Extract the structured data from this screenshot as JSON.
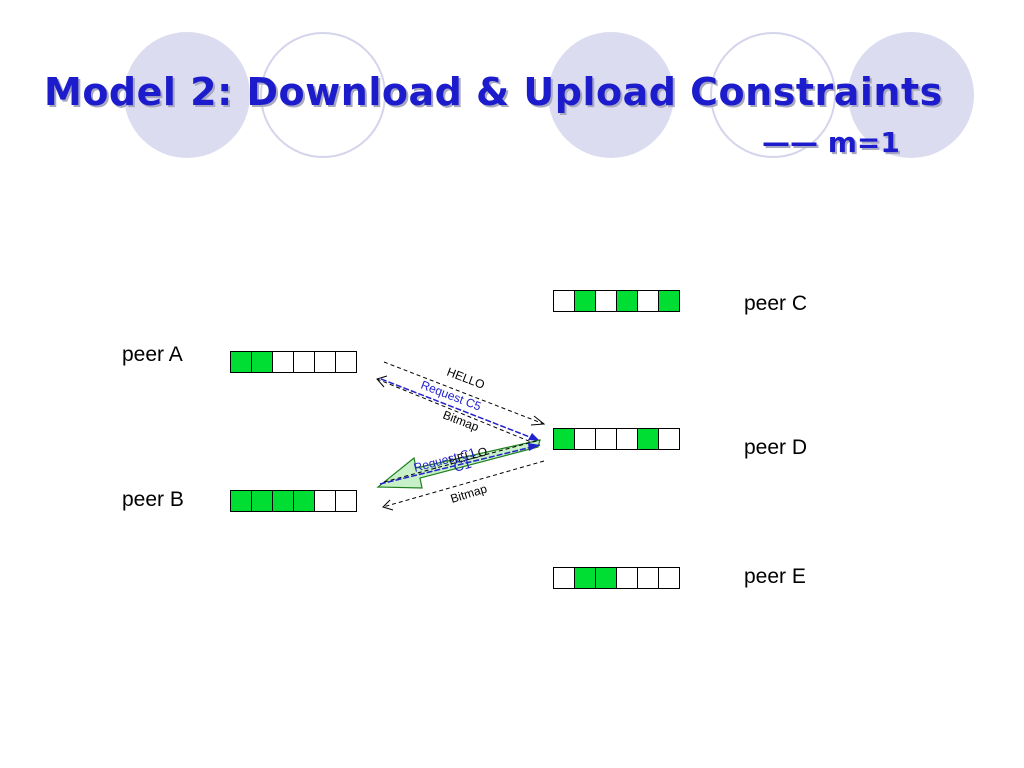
{
  "slide": {
    "title": "Model 2: Download & Upload Constraints",
    "subtitle": "—— m=1"
  },
  "colors": {
    "title": "#1c1ccc",
    "have_chunk": "#00dd33",
    "missing_chunk": "#ffffff",
    "request": "#2222cc",
    "upload_arrow_fill": "#c8f0c8",
    "upload_arrow_stroke": "#208020",
    "decor_circle": "#dcdcf0"
  },
  "peers": [
    {
      "id": "A",
      "label": "peer A",
      "bitmap": [
        1,
        1,
        0,
        0,
        0,
        0
      ]
    },
    {
      "id": "B",
      "label": "peer B",
      "bitmap": [
        1,
        1,
        1,
        1,
        0,
        0
      ]
    },
    {
      "id": "C",
      "label": "peer C",
      "bitmap": [
        0,
        1,
        0,
        1,
        0,
        1
      ]
    },
    {
      "id": "D",
      "label": "peer D",
      "bitmap": [
        1,
        0,
        0,
        0,
        1,
        0
      ]
    },
    {
      "id": "E",
      "label": "peer E",
      "bitmap": [
        0,
        1,
        1,
        0,
        0,
        0
      ]
    }
  ],
  "messages": {
    "ad": {
      "hello": "HELLO",
      "request": "Request C5",
      "bitmap": "Bitmap"
    },
    "bd": {
      "hello": "HELLO",
      "request": "Request C1",
      "bitmap": "Bitmap"
    }
  },
  "upload_chunk_label": "C1"
}
